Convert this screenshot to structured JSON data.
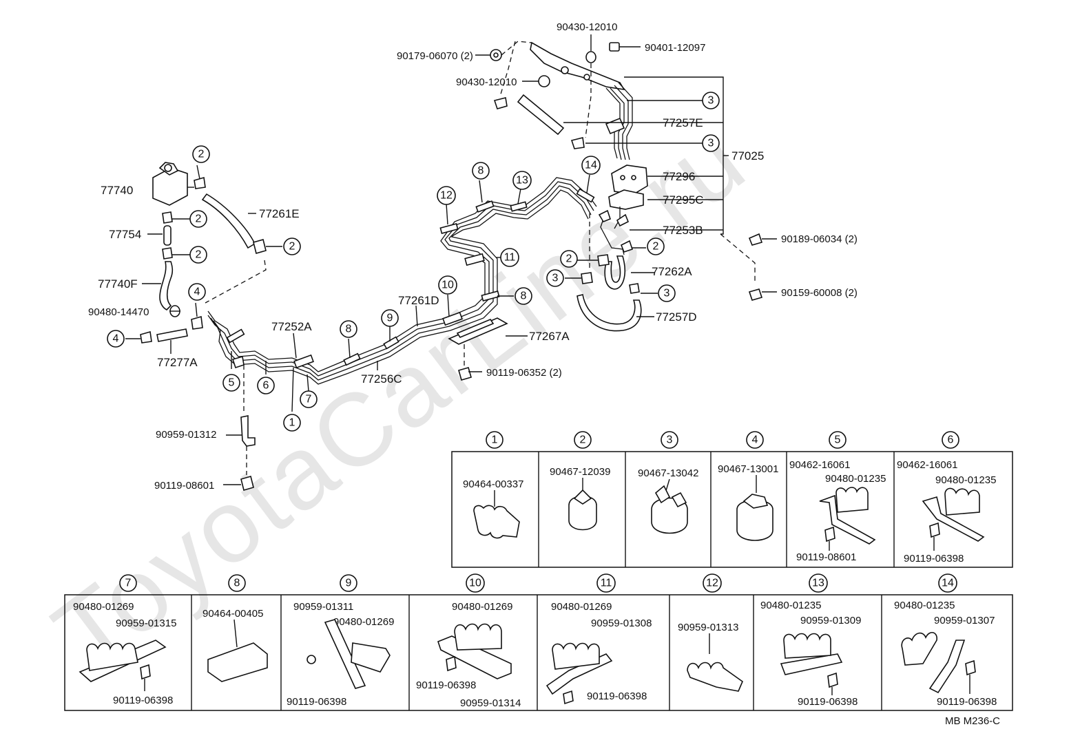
{
  "watermark": "ToyotaCarLine.ru",
  "drawing_code": "MB  M236-C",
  "callouts": {
    "c90430_top": "90430-12010",
    "c90179": "90179-06070 (2)",
    "c90401": "90401-12097",
    "c90430_mid": "90430-12010",
    "c77257E": "77257E",
    "c77025": "77025",
    "c77296": "77296",
    "c77295C": "77295C",
    "c77253B": "77253B",
    "c90189": "90189-06034 (2)",
    "c90159": "90159-60008 (2)",
    "c77262A": "77262A",
    "c77257D": "77257D",
    "c77740": "77740",
    "c77261E": "77261E",
    "c77754": "77754",
    "c77740F": "77740F",
    "c90480_14470": "90480-14470",
    "c77277A": "77277A",
    "c77252A": "77252A",
    "c77261D": "77261D",
    "c77267A": "77267A",
    "c77256C": "77256C",
    "c90119_06352": "90119-06352 (2)",
    "c90959_01312": "90959-01312",
    "c90119_08601": "90119-08601"
  },
  "markers": {
    "m1": "1",
    "m2": "2",
    "m3": "3",
    "m4": "4",
    "m5": "5",
    "m6": "6",
    "m7": "7",
    "m8": "8",
    "m9": "9",
    "m10": "10",
    "m11": "11",
    "m12": "12",
    "m13": "13",
    "m14": "14"
  },
  "detail_table": [
    {
      "num": "1",
      "parts": [
        "90464-00337"
      ]
    },
    {
      "num": "2",
      "parts": [
        "90467-12039"
      ]
    },
    {
      "num": "3",
      "parts": [
        "90467-13042"
      ]
    },
    {
      "num": "4",
      "parts": [
        "90467-13001"
      ]
    },
    {
      "num": "5",
      "parts": [
        "90462-16061",
        "90480-01235",
        "90119-08601"
      ]
    },
    {
      "num": "6",
      "parts": [
        "90462-16061",
        "90480-01235",
        "90119-06398"
      ]
    },
    {
      "num": "7",
      "parts": [
        "90480-01269",
        "90959-01315",
        "90119-06398"
      ]
    },
    {
      "num": "8",
      "parts": [
        "90464-00405"
      ]
    },
    {
      "num": "9",
      "parts": [
        "90959-01311",
        "90480-01269",
        "90119-06398"
      ]
    },
    {
      "num": "10",
      "parts": [
        "90480-01269",
        "90119-06398",
        "90959-01314"
      ]
    },
    {
      "num": "11",
      "parts": [
        "90480-01269",
        "90959-01308",
        "90119-06398"
      ]
    },
    {
      "num": "12",
      "parts": [
        "90959-01313"
      ]
    },
    {
      "num": "13",
      "parts": [
        "90480-01235",
        "90959-01309",
        "90119-06398"
      ]
    },
    {
      "num": "14",
      "parts": [
        "90480-01235",
        "90959-01307",
        "90119-06398"
      ]
    }
  ]
}
